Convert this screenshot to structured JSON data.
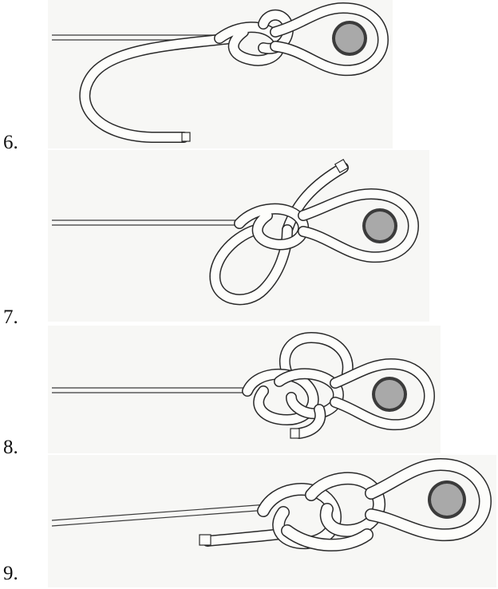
{
  "steps": [
    {
      "label": "6."
    },
    {
      "label": "7."
    },
    {
      "label": "8."
    },
    {
      "label": "9."
    }
  ],
  "colors": {
    "panel_background": "#f7f7f5",
    "rope_outline": "#2a2a2a",
    "rope_fill": "#fdfdfb",
    "thimble_ring": "#3b3b3b",
    "thimble_center": "#a9a9a9"
  }
}
